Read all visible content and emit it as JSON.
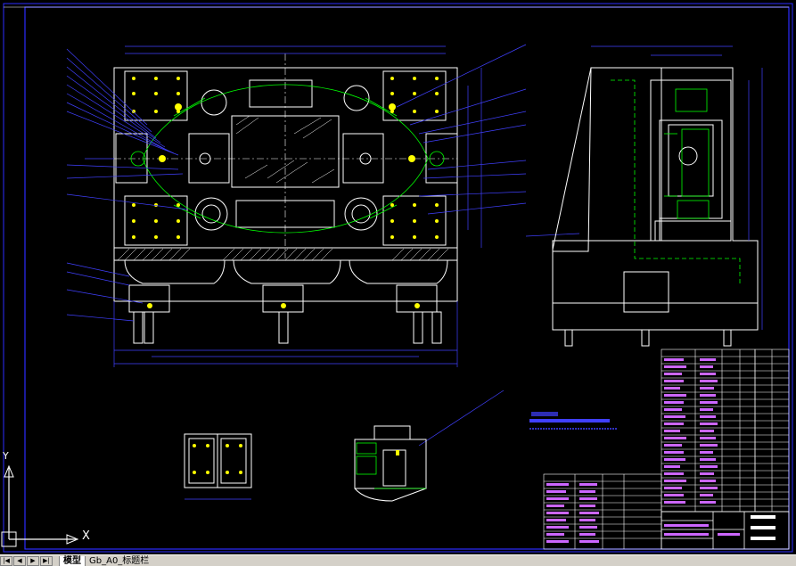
{
  "tabs": {
    "nav": [
      "first-tab",
      "prev-tab",
      "next-tab",
      "last-tab"
    ],
    "items": [
      {
        "label": "模型",
        "active": true
      },
      {
        "label": "Gb_A0_标题栏",
        "active": false
      }
    ]
  },
  "ucs": {
    "x_label": "X",
    "y_label": "Y"
  },
  "colors": {
    "background": "#000000",
    "frame": "#2b2bff",
    "geometry": "#ffffff",
    "dimension": "#4040ff",
    "highlight": "#ffff00",
    "accent_green": "#00ff00",
    "accent_magenta": "#cc66ff",
    "cyan": "#00ffff"
  }
}
